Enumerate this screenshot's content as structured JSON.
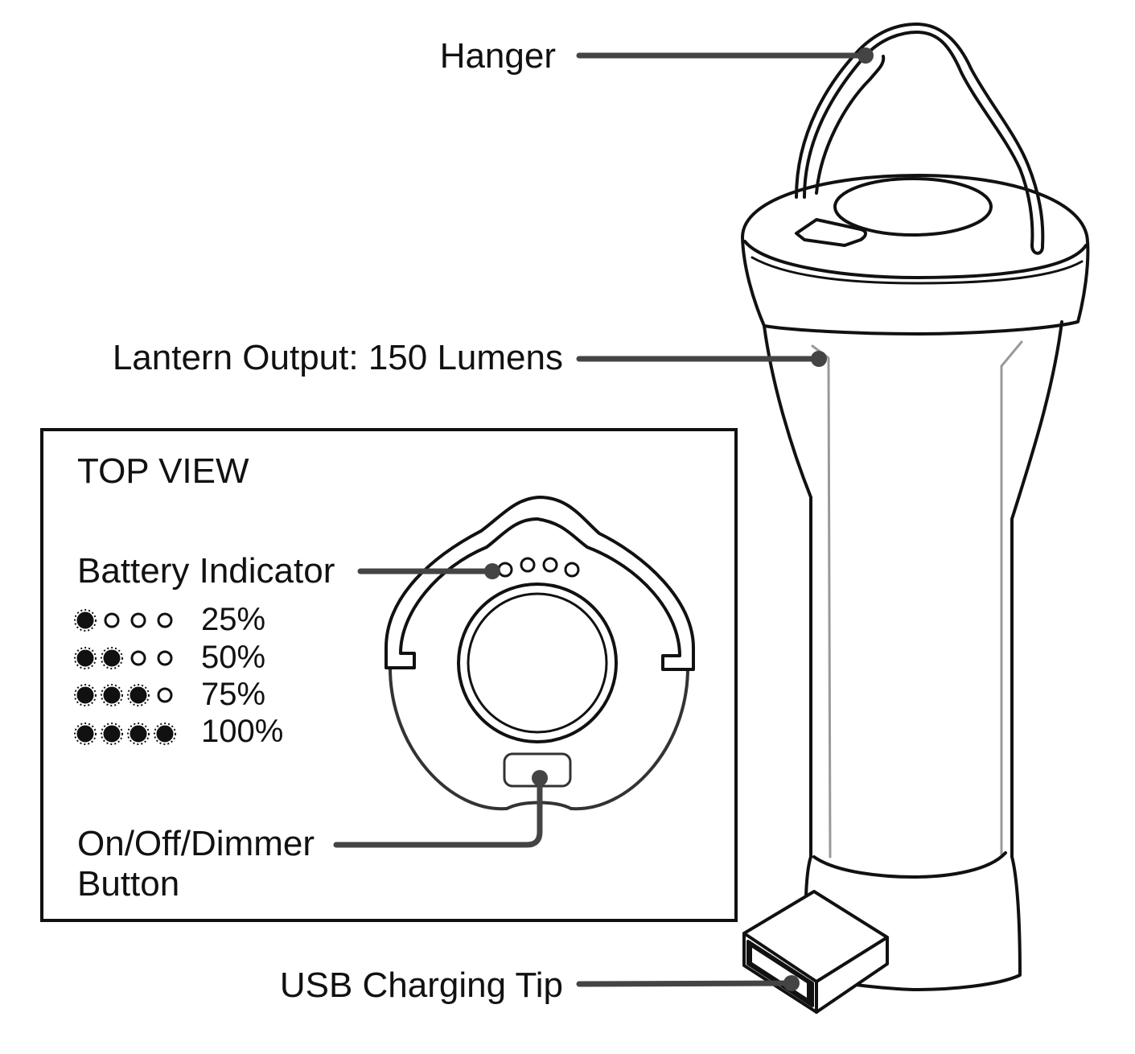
{
  "callouts": {
    "hanger": "Hanger",
    "lantern_output": "Lantern Output: 150 Lumens",
    "usb_tip": "USB Charging Tip"
  },
  "top_view": {
    "title": "TOP VIEW",
    "battery_indicator": "Battery Indicator",
    "button_line1": "On/Off/Dimmer",
    "button_line2": "Button",
    "levels": [
      {
        "label": "25%",
        "lit": 1
      },
      {
        "label": "50%",
        "lit": 2
      },
      {
        "label": "75%",
        "lit": 3
      },
      {
        "label": "100%",
        "lit": 4
      }
    ]
  },
  "colors": {
    "line": "#111111",
    "leader": "#444444",
    "accent_grey": "#999999"
  }
}
